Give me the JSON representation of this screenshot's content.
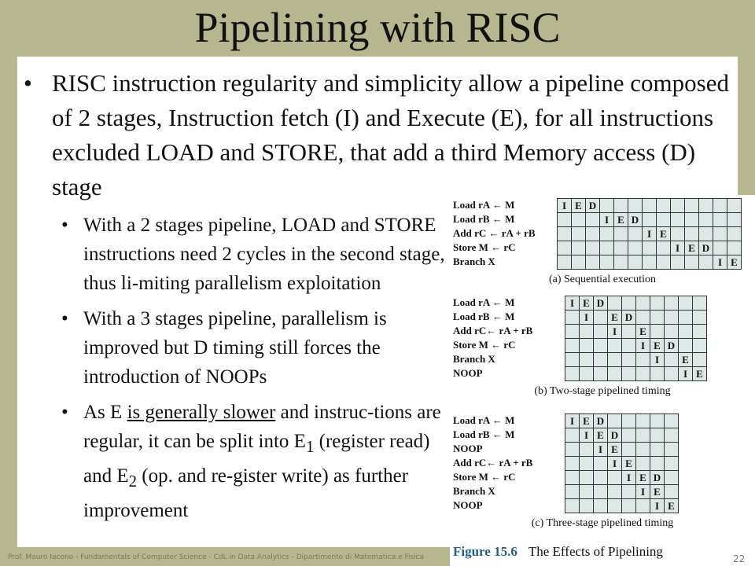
{
  "slide": {
    "title": "Pipelining with RISC",
    "bullet_main": "RISC instruction regularity and simplicity allow a pipeline composed of 2 stages, Instruction fetch (I) and Execute (E), for all instructions excluded LOAD and STORE, that add a third Memory access (D) stage",
    "sub1": "With a 2 stages pipeline, LOAD and STORE instructions need 2 cycles in the second stage, thus li-miting parallelism exploitation",
    "sub2": "With a 3 stages pipeline, parallelism is improved but D timing still forces the introduction of NOOPs",
    "sub3_a": "As E ",
    "sub3_u": "is generally slower",
    "sub3_b": " and instruc-tions are regular, it can be split into E",
    "sub3_s1": "1",
    "sub3_c": " (register read) and E",
    "sub3_s2": "2",
    "sub3_d": " (op. and re-gister write) as further improvement",
    "footer": "Prof. Mauro Iacono - Fundamentals of Computer Science - CdL in Data Analytics - Dipartimento di Matematica e Fisica",
    "page_number": "22"
  },
  "figure": {
    "label": "Figure 15.6",
    "title": "The Effects of Pipelining",
    "panels": [
      {
        "caption": "(a) Sequential execution",
        "instructions": [
          "Load  rA ← M",
          "Load  rB ← M",
          "Add   rC ← rA + rB",
          "Store  M ← rC",
          "Branch X"
        ],
        "cols": 13,
        "rows": [
          [
            "I",
            "E",
            "D",
            "",
            "",
            "",
            "",
            "",
            "",
            "",
            "",
            "",
            ""
          ],
          [
            "",
            "",
            "",
            "I",
            "E",
            "D",
            "",
            "",
            "",
            "",
            "",
            "",
            ""
          ],
          [
            "",
            "",
            "",
            "",
            "",
            "",
            "I",
            "E",
            "",
            "",
            "",
            "",
            ""
          ],
          [
            "",
            "",
            "",
            "",
            "",
            "",
            "",
            "",
            "I",
            "E",
            "D",
            "",
            ""
          ],
          [
            "",
            "",
            "",
            "",
            "",
            "",
            "",
            "",
            "",
            "",
            "",
            "I",
            "E"
          ]
        ]
      },
      {
        "caption": "(b) Two-stage pipelined timing",
        "instructions": [
          "Load   rA ← M",
          "Load   rB ← M",
          "Add    rC← rA + rB",
          "Store  M ← rC",
          "Branch X",
          "NOOP"
        ],
        "cols": 10,
        "rows": [
          [
            "I",
            "E",
            "D",
            "",
            "",
            "",
            "",
            "",
            "",
            ""
          ],
          [
            "",
            "I",
            "",
            "E",
            "D",
            "",
            "",
            "",
            "",
            ""
          ],
          [
            "",
            "",
            "",
            "I",
            "",
            "E",
            "",
            "",
            "",
            ""
          ],
          [
            "",
            "",
            "",
            "",
            "",
            "I",
            "E",
            "D",
            "",
            ""
          ],
          [
            "",
            "",
            "",
            "",
            "",
            "",
            "I",
            "",
            "E",
            ""
          ],
          [
            "",
            "",
            "",
            "",
            "",
            "",
            "",
            "",
            "I",
            "E"
          ]
        ]
      },
      {
        "caption": "(c) Three-stage pipelined timing",
        "instructions": [
          "Load    rA ← M",
          "Load    rB ← M",
          "NOOP",
          "Add     rC← rA + rB",
          "Store   M ← rC",
          "Branch X",
          "NOOP"
        ],
        "cols": 8,
        "rows": [
          [
            "I",
            "E",
            "D",
            "",
            "",
            "",
            "",
            ""
          ],
          [
            "",
            "I",
            "E",
            "D",
            "",
            "",
            "",
            ""
          ],
          [
            "",
            "",
            "I",
            "E",
            "",
            "",
            "",
            ""
          ],
          [
            "",
            "",
            "",
            "I",
            "E",
            "",
            "",
            ""
          ],
          [
            "",
            "",
            "",
            "",
            "I",
            "E",
            "D",
            ""
          ],
          [
            "",
            "",
            "",
            "",
            "",
            "I",
            "E",
            ""
          ],
          [
            "",
            "",
            "",
            "",
            "",
            "",
            "I",
            "E"
          ]
        ]
      }
    ]
  }
}
